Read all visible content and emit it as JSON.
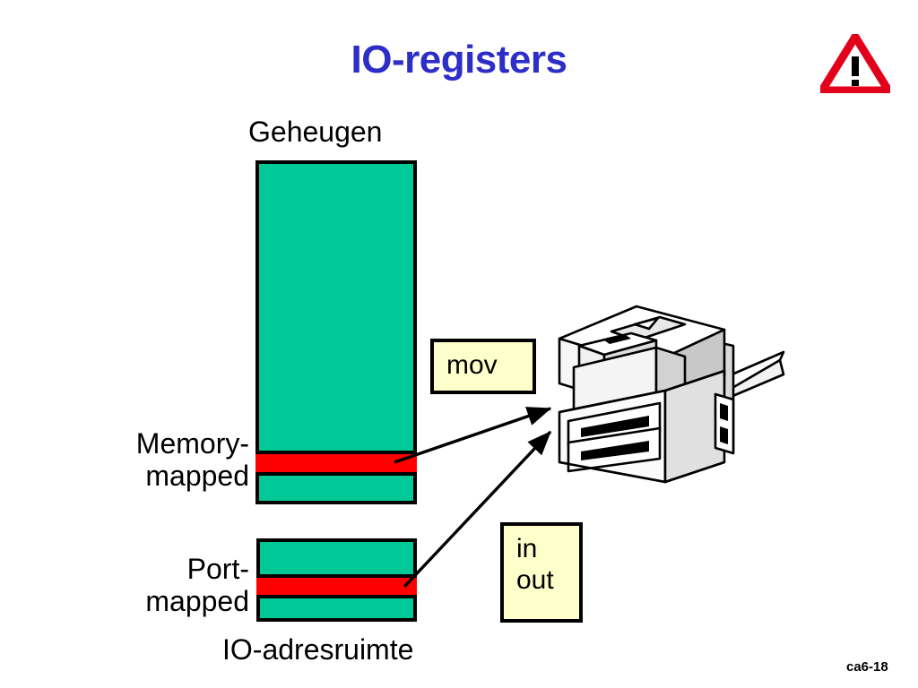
{
  "slide": {
    "title": "IO-registers",
    "title_color": "#2d2dc8",
    "background": "#ffffff",
    "footer_code": "ca6-18"
  },
  "icons": {
    "warning": "warning-triangle-icon",
    "printer": "printer-icon"
  },
  "labels": {
    "memory_top": "Geheugen",
    "memory_mapped_line1": "Memory-",
    "memory_mapped_line2": "mapped",
    "port_mapped_line1": "Port-",
    "port_mapped_line2": "mapped",
    "io_space": "IO-adresruimte"
  },
  "notes": {
    "mov": "mov",
    "in": "in",
    "out": "out"
  },
  "colors": {
    "memory_fill": "#00c997",
    "register_band": "#ff0000",
    "note_fill": "#ffffcc",
    "note_shadow": "#9a9a9a",
    "outline": "#000000",
    "warning_red": "#e3001b"
  },
  "diagram": {
    "memory_block_label": "memory-address-space",
    "io_block_label": "io-address-space",
    "arrow_mov_target": "printer",
    "arrow_inout_target": "printer"
  }
}
